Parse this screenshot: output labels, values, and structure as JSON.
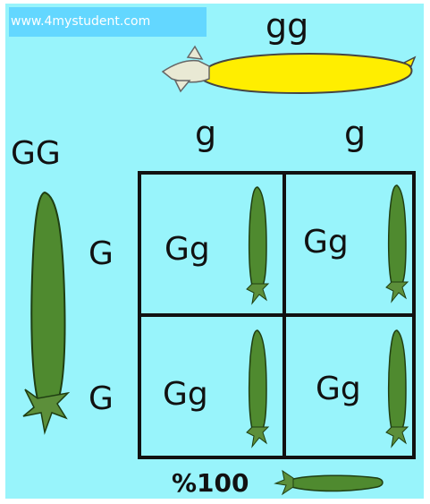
{
  "watermark": "www.4mystudent.com",
  "top_parent": {
    "genotype": "gg",
    "gametes": [
      "g",
      "g"
    ]
  },
  "left_parent": {
    "genotype": "GG",
    "gametes": [
      "G",
      "G"
    ]
  },
  "punnett": {
    "cells": [
      "Gg",
      "Gg",
      "Gg",
      "Gg"
    ]
  },
  "result": {
    "percent": "%100"
  },
  "colors": {
    "background": "#98f4fb",
    "grid_lines": "#111111",
    "yellow_pod": "#ffee00",
    "green_pod": "#4f8a2f"
  },
  "icons": [
    "yellow-pea-pod-icon",
    "green-pea-pod-icon"
  ]
}
